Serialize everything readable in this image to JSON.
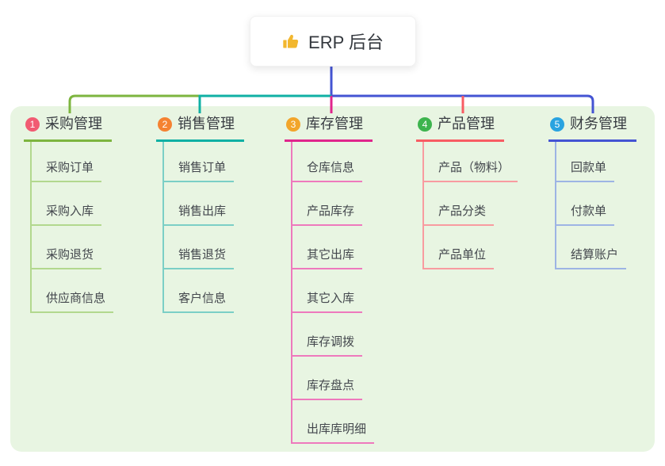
{
  "root": {
    "label": "ERP 后台",
    "icon": "thumbs-up-icon",
    "icon_color": "#f2b72e"
  },
  "panel": {
    "background": "#e8f5e2"
  },
  "connector": {
    "root_line_color": "#4454d3"
  },
  "branches": [
    {
      "index": "1",
      "label": "采购管理",
      "badge_color": "#f15b72",
      "line_color": "#7db53f",
      "child_line_color": "#b2d88e",
      "children": [
        "采购订单",
        "采购入库",
        "采购退货",
        "供应商信息"
      ]
    },
    {
      "index": "2",
      "label": "销售管理",
      "badge_color": "#f58231",
      "line_color": "#10b0a4",
      "child_line_color": "#7bcfc6",
      "children": [
        "销售订单",
        "销售出库",
        "销售退货",
        "客户信息"
      ]
    },
    {
      "index": "3",
      "label": "库存管理",
      "badge_color": "#f2a52b",
      "line_color": "#e0258c",
      "child_line_color": "#ee79bd",
      "children": [
        "仓库信息",
        "产品库存",
        "其它出库",
        "其它入库",
        "库存调拨",
        "库存盘点",
        "出库库明细"
      ]
    },
    {
      "index": "4",
      "label": "产品管理",
      "badge_color": "#3db44e",
      "line_color": "#f85c63",
      "child_line_color": "#f89ba0",
      "children": [
        "产品（物料）",
        "产品分类",
        "产品单位"
      ]
    },
    {
      "index": "5",
      "label": "财务管理",
      "badge_color": "#29a3e0",
      "line_color": "#4454d3",
      "child_line_color": "#9db4e4",
      "children": [
        "回款单",
        "付款单",
        "结算账户"
      ]
    }
  ]
}
